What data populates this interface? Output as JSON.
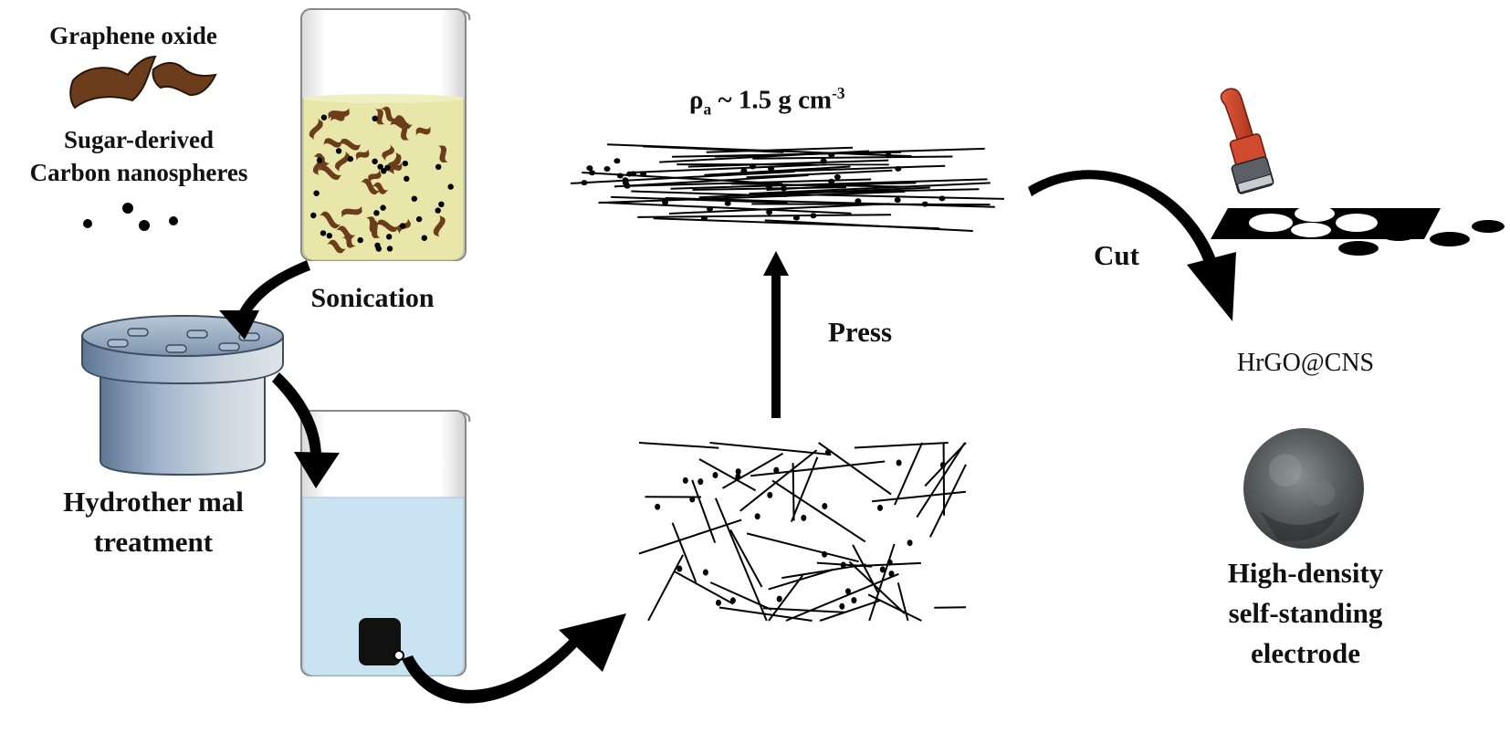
{
  "labels": {
    "graphene_oxide": "Graphene oxide",
    "sugar_line1": "Sugar-derived",
    "sugar_line2": "Carbon nanospheres",
    "sonication": "Sonication",
    "hydrothermal_line1": "Hydrother mal",
    "hydrothermal_line2": "treatment",
    "press": "Press",
    "density_rho": "ρ",
    "density_sub": "a",
    "density_value": " ~ 1.5 g cm",
    "density_sup": "-3",
    "cut": "Cut",
    "product_name": "HrGO@CNS",
    "electrode_line1": "High-density",
    "electrode_line2": "self-standing",
    "electrode_line3": "electrode"
  },
  "colors": {
    "graphene_brown": "#6b3d1c",
    "suspension_yellow": "#e8e6a8",
    "water_blue": "#c9e3f3",
    "autoclave_steel": "#9fb3c8",
    "punch_red": "#c8412a",
    "arrow_black": "#000000",
    "electrode_gray": "#4a4e50"
  }
}
